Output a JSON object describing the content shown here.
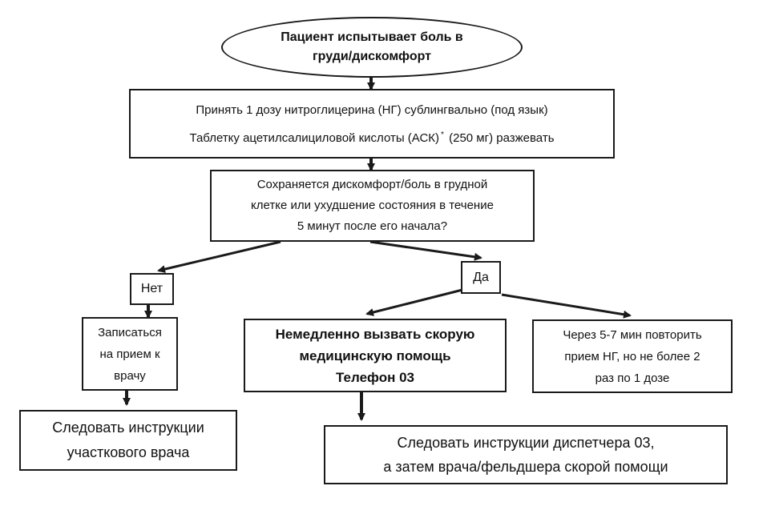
{
  "start": {
    "lines": [
      "Пациент испытывает боль в",
      "груди/дискомфорт"
    ]
  },
  "step1": {
    "line1": "Принять 1 дозу нитроглицерина (НГ) сублингвально (под язык)",
    "line2": "Таблетку ацетилсалициловой кислоты (АСК)",
    "footnote_mark": "*",
    "line2_end": " (250 мг) разжевать"
  },
  "question": {
    "lines": [
      "Сохраняется дискомфорт/боль  в грудной",
      "клетке или ухудшение состояния в течение",
      "5 минут после его начала?"
    ]
  },
  "answer_no": {
    "label": "Нет"
  },
  "answer_yes": {
    "label": "Да"
  },
  "appointment": {
    "lines": [
      "Записаться",
      "на прием к",
      "врачу"
    ]
  },
  "local_doctor": {
    "lines": [
      "Следовать инструкции",
      "участкового врача"
    ]
  },
  "ambulance": {
    "lines": [
      "Немедленно вызвать скорую",
      "медицинскую помощь",
      "Телефон 03"
    ]
  },
  "repeat_ng": {
    "lines": [
      "Через 5-7 мин повторить",
      "прием НГ, но не более 2",
      "раз по 1 дозе"
    ]
  },
  "dispatcher": {
    "lines": [
      "Следовать инструкции диспетчера 03,",
      "а затем врача/фельдшера скорой помощи"
    ]
  },
  "colors": {
    "stroke": "#1a1a1a",
    "background": "#ffffff",
    "text": "#111111"
  }
}
